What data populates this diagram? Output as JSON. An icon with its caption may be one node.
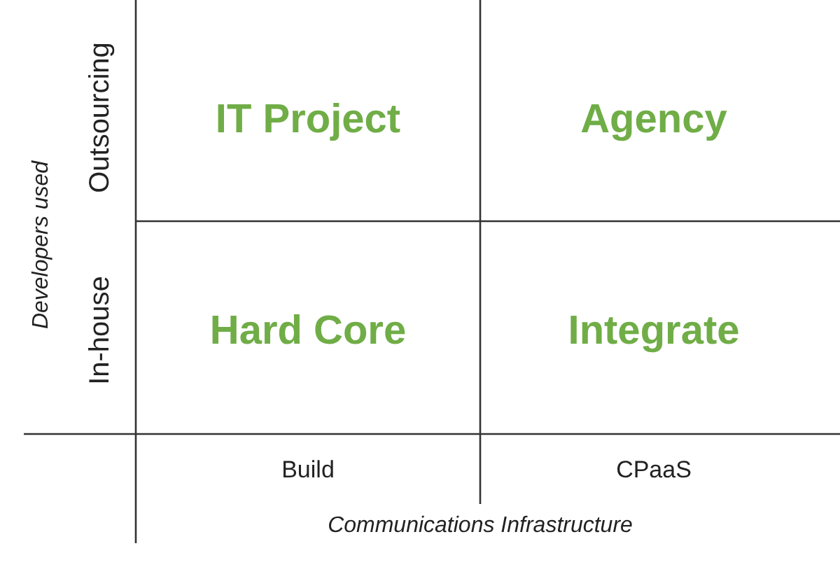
{
  "diagram": {
    "nodes": [
      {
        "text": [
          "IT Project"
        ]
      },
      {
        "text": [
          "Agency"
        ]
      },
      {
        "text": [
          "Hard Core"
        ]
      },
      {
        "text": [
          "Integrate"
        ]
      }
    ],
    "labels": [
      "Outsourcing",
      "In-house",
      "Developers used",
      "Build",
      "CPaaS",
      "Communications Infrastructure"
    ]
  }
}
